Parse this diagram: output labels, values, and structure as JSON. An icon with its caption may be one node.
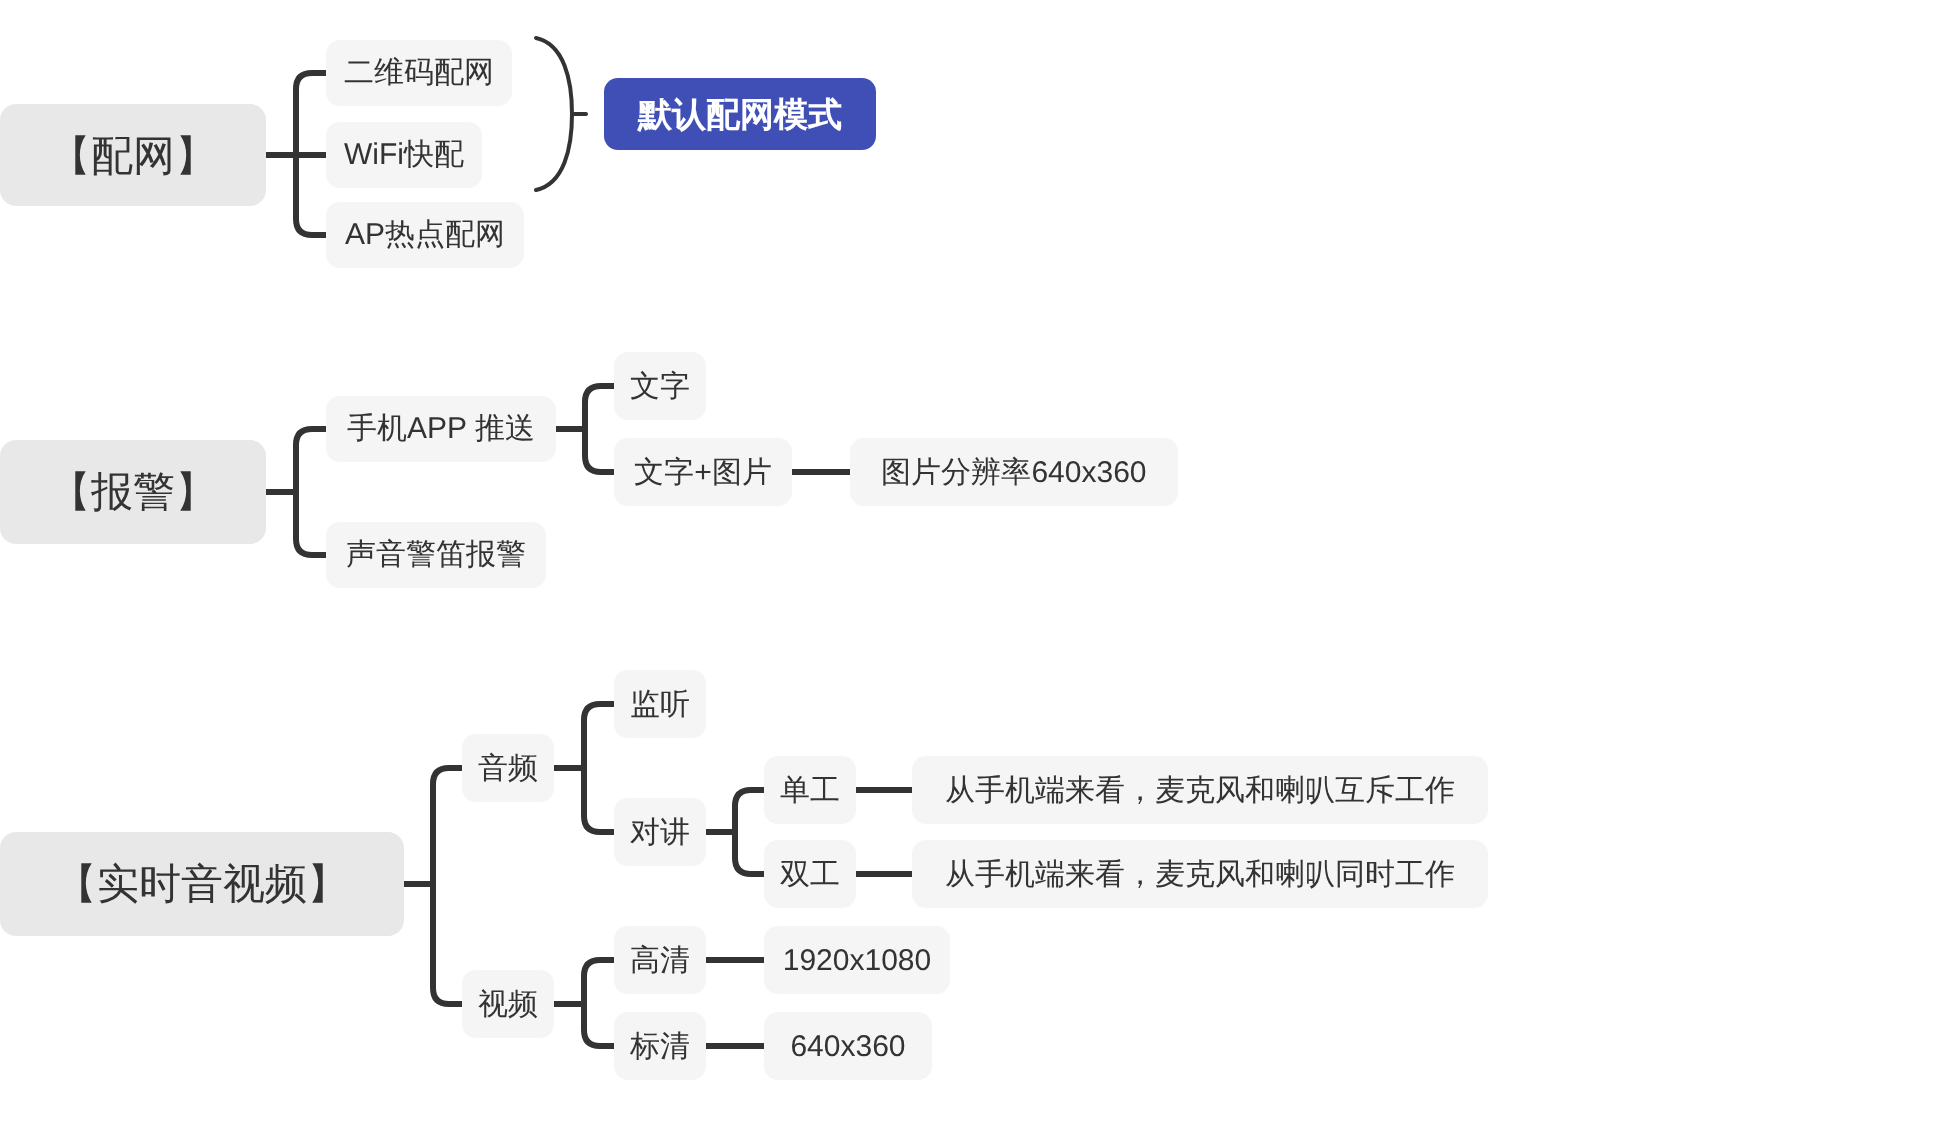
{
  "diagram": {
    "nodes": [
      {
        "text": [
          "【配网】"
        ]
      },
      {
        "text": [
          "二维码配网"
        ]
      },
      {
        "text": [
          "WiFi快配"
        ]
      },
      {
        "text": [
          "AP热点配网"
        ]
      },
      {
        "text": [
          "默认配网模式"
        ]
      },
      {
        "text": [
          "【报警】"
        ]
      },
      {
        "text": [
          "手机APP 推送"
        ]
      },
      {
        "text": [
          "声音警笛报警"
        ]
      },
      {
        "text": [
          "文字"
        ]
      },
      {
        "text": [
          "文字+图片"
        ]
      },
      {
        "text": [
          "图片分辨率640x360"
        ]
      },
      {
        "text": [
          "【实时音视频】"
        ]
      },
      {
        "text": [
          "音频"
        ]
      },
      {
        "text": [
          "视频"
        ]
      },
      {
        "text": [
          "监听"
        ]
      },
      {
        "text": [
          "对讲"
        ]
      },
      {
        "text": [
          "单工"
        ]
      },
      {
        "text": [
          "双工"
        ]
      },
      {
        "text": [
          "从手机端来看，麦克风和喇叭互斥工作"
        ]
      },
      {
        "text": [
          "从手机端来看，麦克风和喇叭同时工作"
        ]
      },
      {
        "text": [
          "高清"
        ]
      },
      {
        "text": [
          "标清"
        ]
      },
      {
        "text": [
          "1920x1080"
        ]
      },
      {
        "text": [
          "640x360"
        ]
      }
    ],
    "edges": [
      {
        "from": 0,
        "to": 1,
        "arrow": "none"
      },
      {
        "from": 0,
        "to": 2,
        "arrow": "none"
      },
      {
        "from": 0,
        "to": 3,
        "arrow": "none"
      },
      {
        "from": 5,
        "to": 6,
        "arrow": "none"
      },
      {
        "from": 5,
        "to": 7,
        "arrow": "none"
      },
      {
        "from": 6,
        "to": 8,
        "arrow": "none"
      },
      {
        "from": 6,
        "to": 9,
        "arrow": "none"
      },
      {
        "from": 9,
        "to": 10,
        "arrow": "none"
      },
      {
        "from": 11,
        "to": 12,
        "arrow": "none"
      },
      {
        "from": 11,
        "to": 13,
        "arrow": "none"
      },
      {
        "from": 12,
        "to": 14,
        "arrow": "none"
      },
      {
        "from": 12,
        "to": 15,
        "arrow": "none"
      },
      {
        "from": 15,
        "to": 16,
        "arrow": "none"
      },
      {
        "from": 15,
        "to": 17,
        "arrow": "none"
      },
      {
        "from": 16,
        "to": 18,
        "arrow": "none"
      },
      {
        "from": 17,
        "to": 19,
        "arrow": "none"
      },
      {
        "from": 13,
        "to": 20,
        "arrow": "none"
      },
      {
        "from": 13,
        "to": 21,
        "arrow": "none"
      },
      {
        "from": 20,
        "to": 22,
        "arrow": "none"
      },
      {
        "from": 21,
        "to": 23,
        "arrow": "none"
      }
    ]
  }
}
